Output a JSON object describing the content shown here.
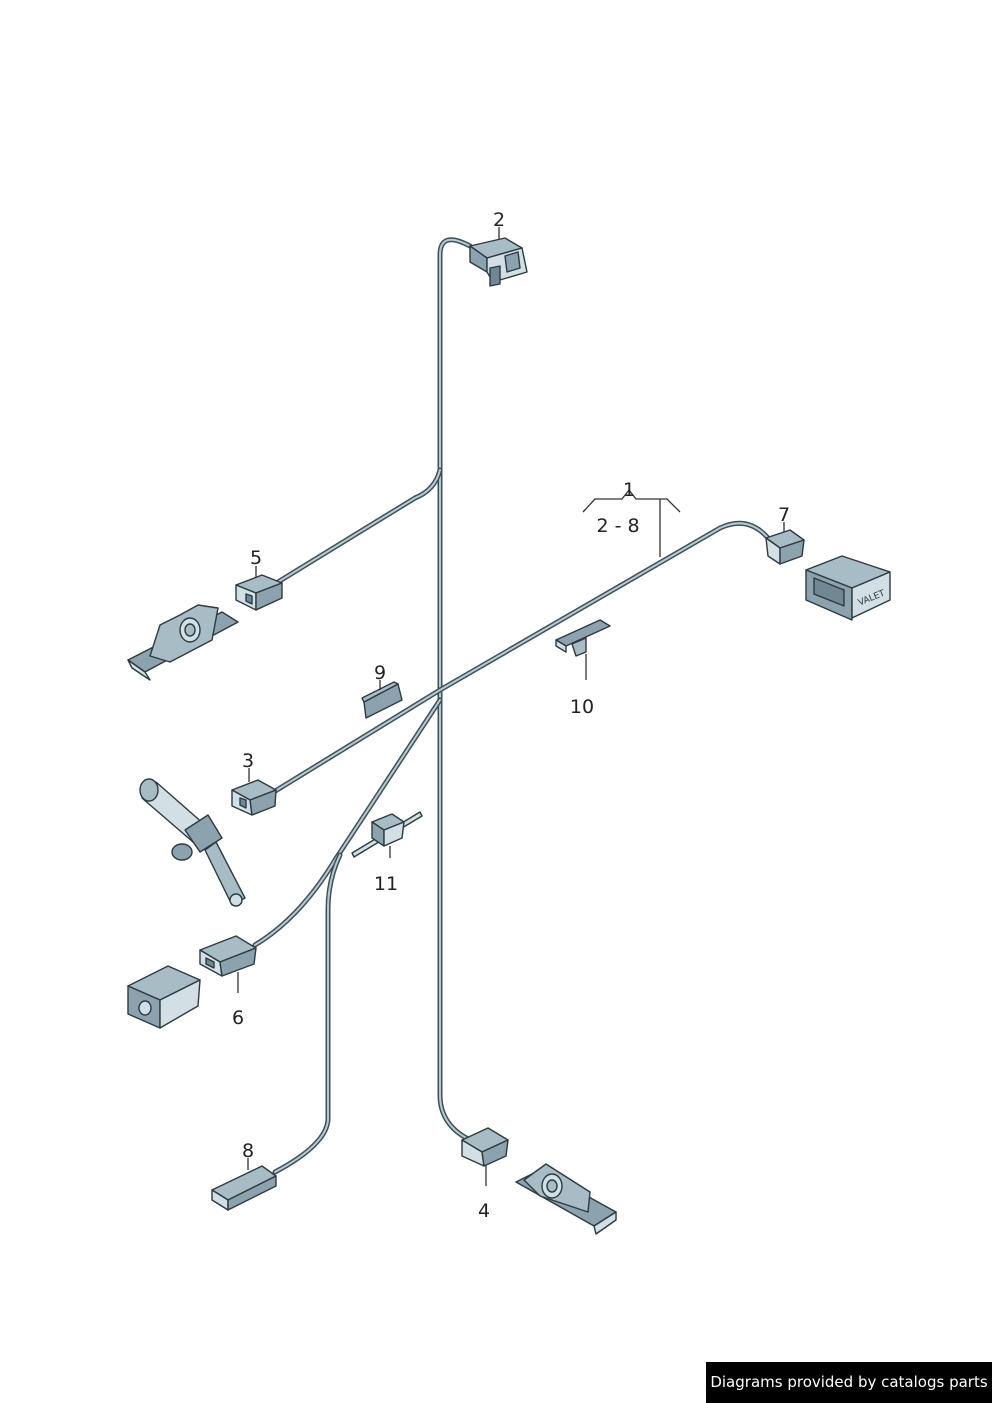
{
  "diagram": {
    "callouts": {
      "c1": "1",
      "c1_range": "2 - 8",
      "c2": "2",
      "c3": "3",
      "c4": "4",
      "c5": "5",
      "c6": "6",
      "c7": "7",
      "c8": "8",
      "c9": "9",
      "c10": "10",
      "c11": "11"
    },
    "switch_label": "VALET"
  },
  "credit": {
    "text": "Diagrams provided by catalogs parts"
  }
}
